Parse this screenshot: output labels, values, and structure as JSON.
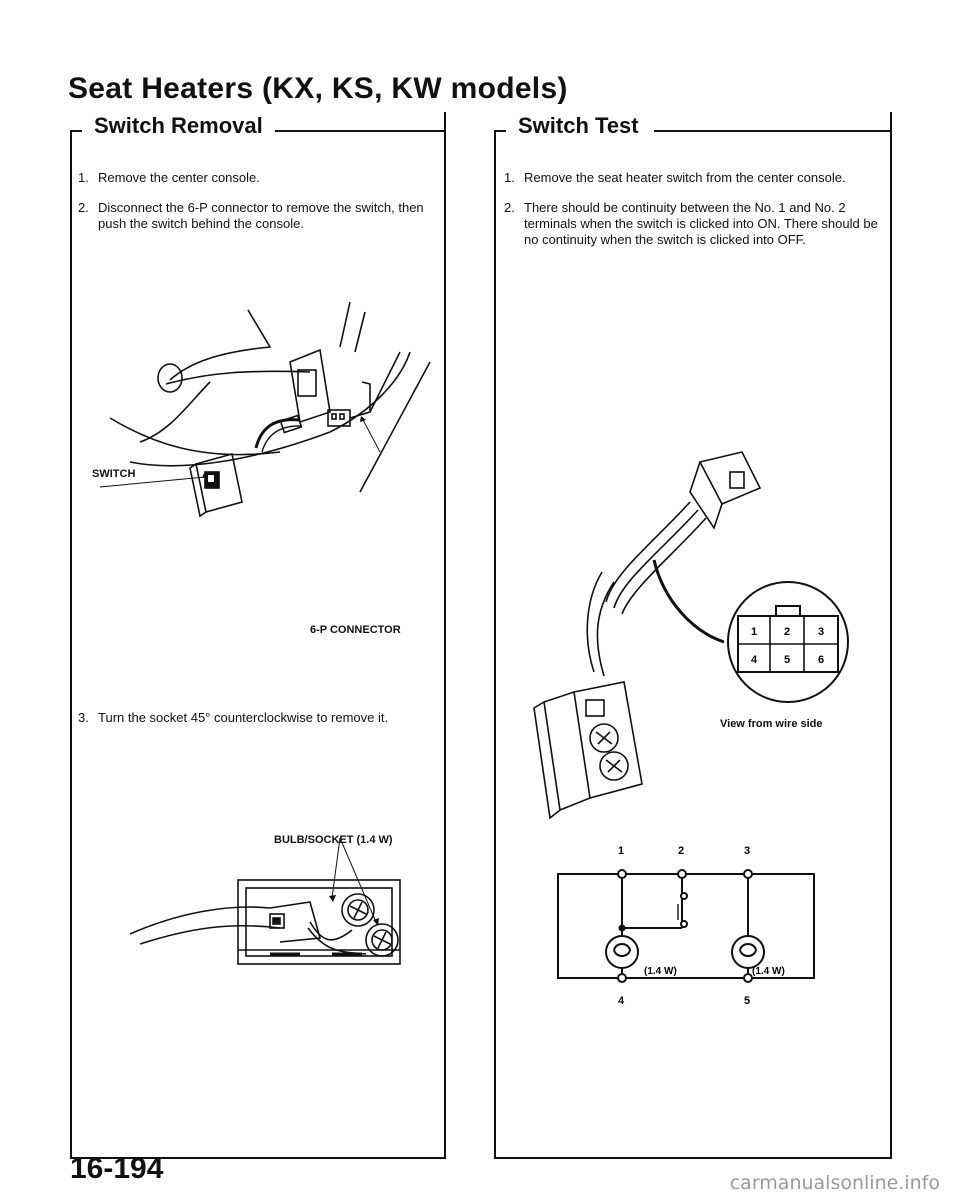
{
  "page": {
    "title": "Seat Heaters (KX, KS, KW models)",
    "page_number": "16-194",
    "watermark": "carmanualsonline.info"
  },
  "removal": {
    "heading": "Switch Removal",
    "steps": [
      {
        "num": "1.",
        "text": "Remove the center console."
      },
      {
        "num": "2.",
        "text": "Disconnect the 6-P connector to remove the switch, then push the switch behind the console."
      },
      {
        "num": "3.",
        "text": "Turn the socket 45° counterclockwise to remove it."
      }
    ],
    "labels": {
      "switch": "SWITCH",
      "connector": "6-P CONNECTOR",
      "bulb_socket": "BULB/SOCKET (1.4 W)"
    }
  },
  "test": {
    "heading": "Switch Test",
    "steps": [
      {
        "num": "1.",
        "text": "Remove the seat heater switch from the center console."
      },
      {
        "num": "2.",
        "text": "There should be continuity between the No. 1 and No. 2 terminals when the switch is clicked into ON. There should be no continuity when the switch is clicked into OFF."
      }
    ],
    "connector_terminals": [
      "1",
      "2",
      "3",
      "4",
      "5",
      "6"
    ],
    "view_caption": "View from wire side",
    "schematic": {
      "terminal_labels": [
        "1",
        "2",
        "3",
        "4",
        "5"
      ],
      "bulb_left": "(1.4 W)",
      "bulb_right": "(1.4 W)"
    }
  }
}
